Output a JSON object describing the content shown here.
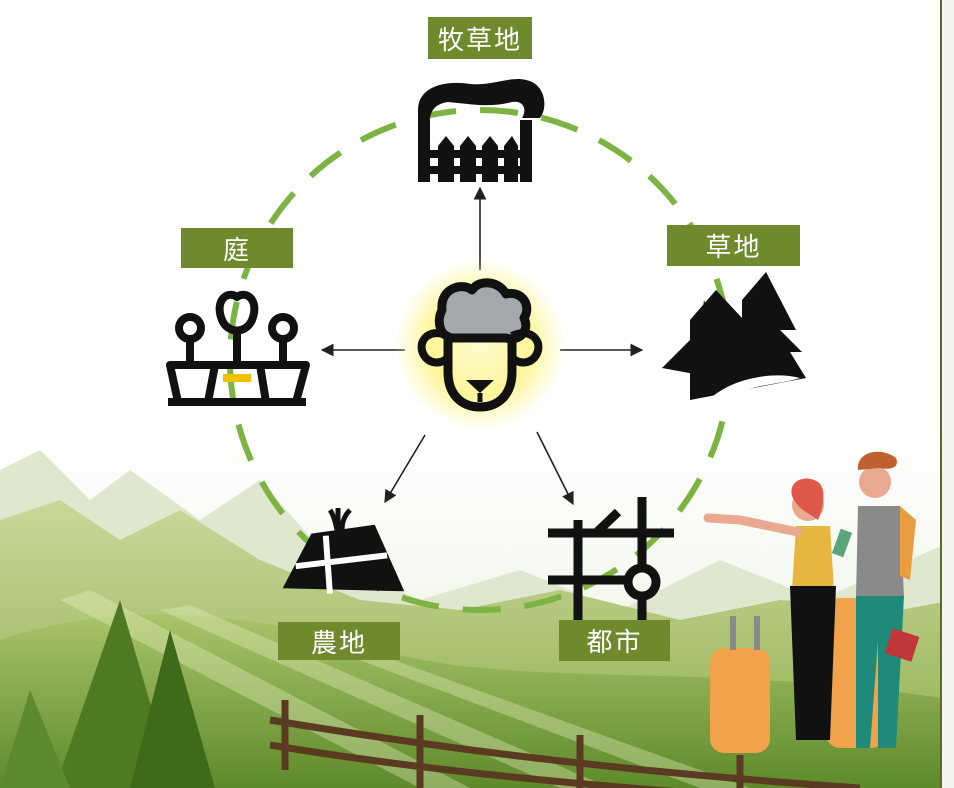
{
  "diagram": {
    "center": {
      "name": "sheep-icon"
    },
    "nodes": [
      {
        "id": "pasture",
        "label": "牧草地",
        "icon": "pasture-fence-icon"
      },
      {
        "id": "garden",
        "label": "庭",
        "icon": "garden-flowers-icon"
      },
      {
        "id": "grassland",
        "label": "草地",
        "icon": "forest-road-icon"
      },
      {
        "id": "farmland",
        "label": "農地",
        "icon": "farm-field-icon"
      },
      {
        "id": "city",
        "label": "都市",
        "icon": "city-grid-icon"
      }
    ],
    "colors": {
      "label_bg": "#6f8a2c",
      "ring": "#7cb342",
      "glow": "#fff7a0",
      "icon": "#111111",
      "accent": "#f2c200"
    }
  }
}
